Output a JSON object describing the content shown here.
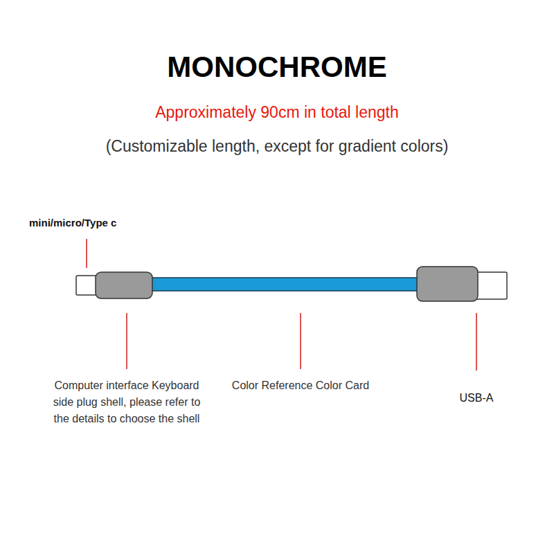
{
  "diagram": {
    "title": "MONOCHROME",
    "labels": [
      "Approximately 90cm in total length",
      "(Customizable length, except for gradient colors)",
      "mini/micro/Type c",
      "Computer interface Keyboard side plug shell, please refer to the details to choose the shell",
      "Color Reference Color Card",
      "USB-A"
    ]
  }
}
